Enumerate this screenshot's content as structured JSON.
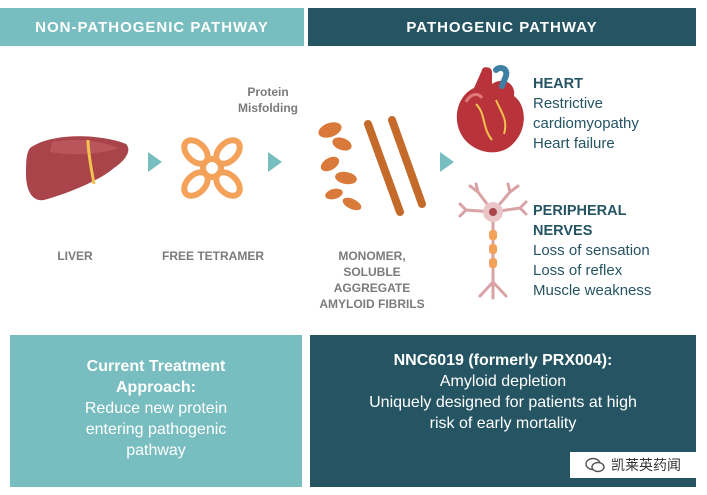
{
  "headers": {
    "left": "NON-PATHOGENIC PATHWAY",
    "right": "PATHOGENIC PATHWAY"
  },
  "stages": {
    "liver": "LIVER",
    "tetramer": "FREE TETRAMER",
    "misfolding": [
      "Protein",
      "Misfolding"
    ],
    "fibrils": [
      "MONOMER,",
      "SOLUBLE",
      "AGGREGATE",
      "AMYLOID FIBRILS"
    ]
  },
  "organs": {
    "heart": {
      "title": "HEART",
      "lines": [
        "Restrictive",
        "cardiomyopathy",
        "Heart failure"
      ]
    },
    "nerves": {
      "title": [
        "PERIPHERAL",
        "NERVES"
      ],
      "lines": [
        "Loss of sensation",
        "Loss of reflex",
        "Muscle weakness"
      ]
    }
  },
  "boxes": {
    "left": {
      "title": [
        "Current Treatment",
        "Approach:"
      ],
      "lines": [
        "Reduce new protein",
        "entering pathogenic",
        "pathway"
      ]
    },
    "right": {
      "title": "NNC6019 (formerly PRX004):",
      "lines": [
        "Amyloid depletion",
        "Uniquely designed for patients at high",
        "risk of early mortality"
      ]
    }
  },
  "watermark": "凯莱英药闻",
  "colors": {
    "teal": "#78bdbf",
    "navy": "#255463",
    "label_gray": "#7b7b7b",
    "liver": "#a8444a",
    "tetramer": "#f4a259",
    "fibril": "#c46a2b"
  }
}
